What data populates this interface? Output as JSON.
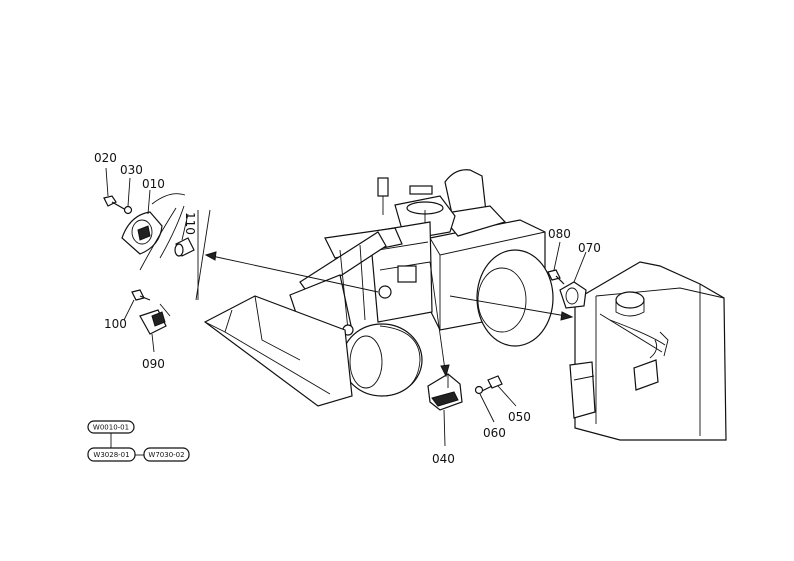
{
  "diagram": {
    "part_labels": {
      "p010": "010",
      "p020": "020",
      "p030": "030",
      "p040": "040",
      "p050": "050",
      "p060": "060",
      "p070": "070",
      "p080": "080",
      "p090": "090",
      "p100": "100",
      "p110": "110"
    },
    "references": {
      "ref1": "W0010-01",
      "ref2": "W3028-01",
      "ref3": "W7030-02"
    }
  }
}
